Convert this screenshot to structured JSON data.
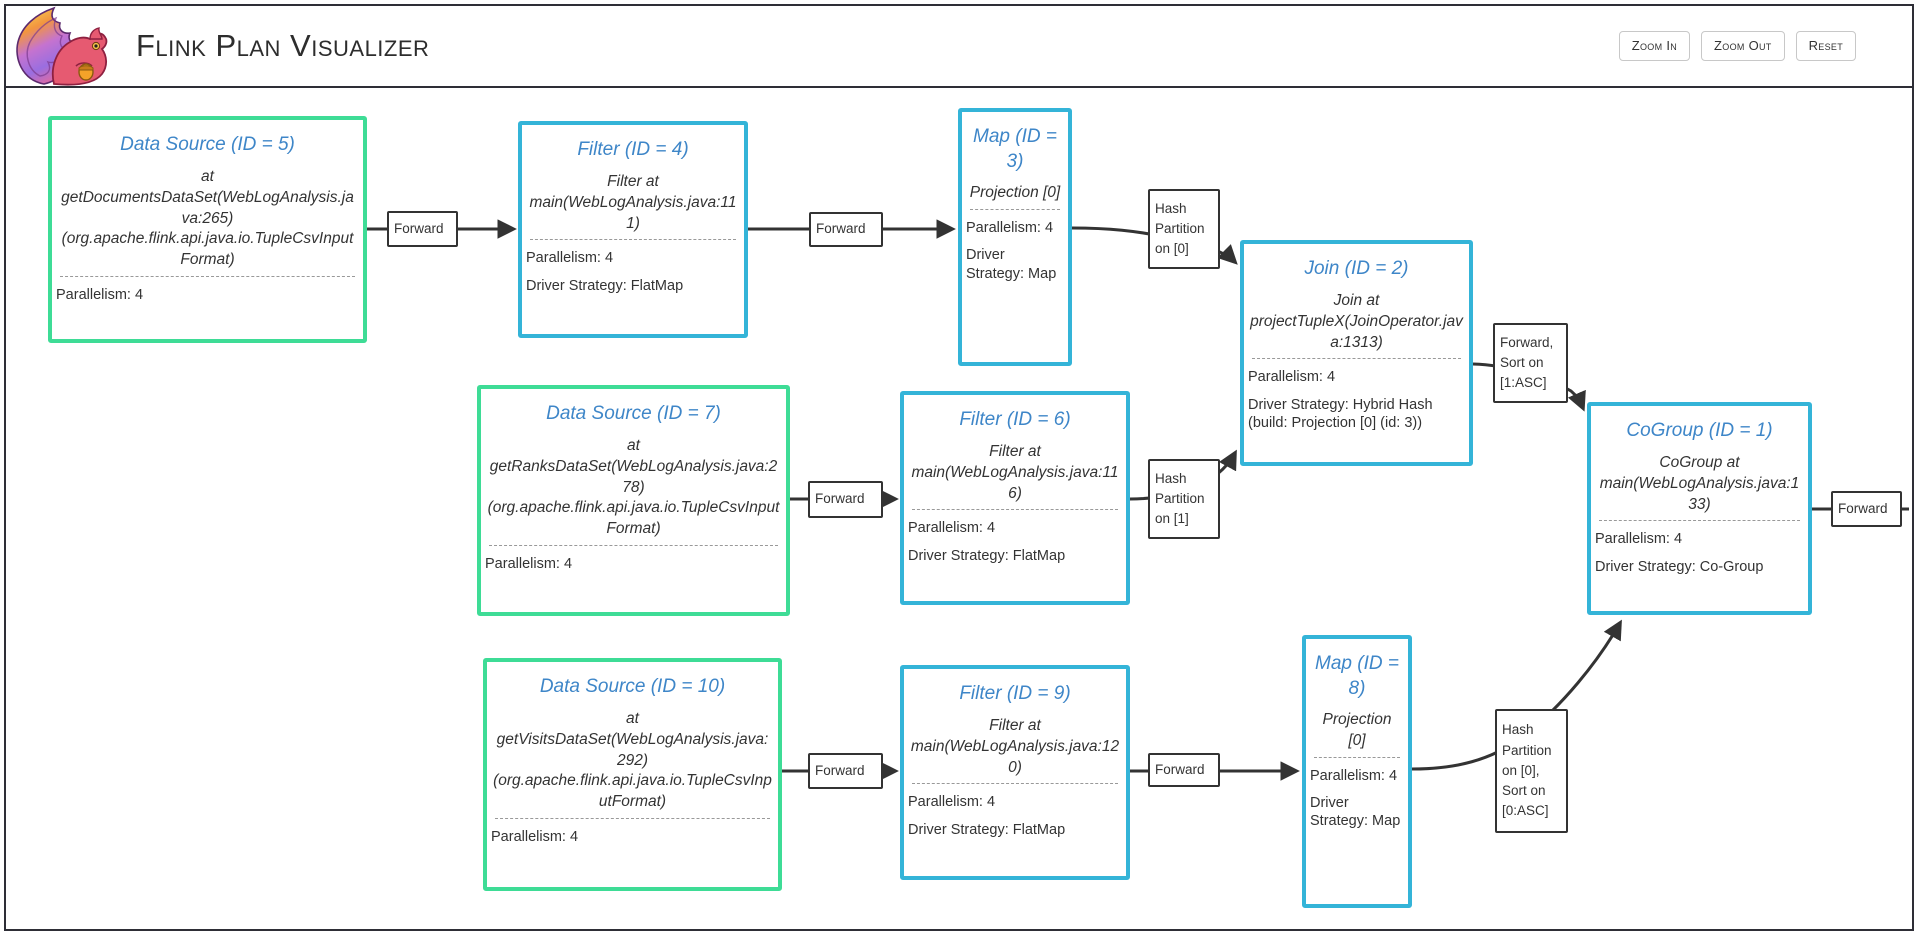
{
  "header": {
    "title": "Flink Plan Visualizer",
    "logo": "flink-squirrel-logo",
    "buttons": [
      {
        "label": "Zoom In"
      },
      {
        "label": "Zoom Out"
      },
      {
        "label": "Reset"
      }
    ]
  },
  "colors": {
    "source_node_border": "#3edc96",
    "operator_node_border": "#34b4d8",
    "node_title_blue": "#3e86c8",
    "edge_stroke": "#333333",
    "frame_border": "#2e2e36"
  },
  "nodes": [
    {
      "id": "ds5",
      "kind": "source",
      "title": "Data Source (ID = 5)",
      "description": "at getDocumentsDataSet(WebLogAnalysis.java:265) (org.apache.flink.api.java.io.TupleCsvInputFormat)",
      "parallelism": "Parallelism: 4"
    },
    {
      "id": "filter4",
      "kind": "operator",
      "title": "Filter (ID = 4)",
      "description": "Filter at main(WebLogAnalysis.java:111)",
      "parallelism": "Parallelism: 4",
      "driver_strategy": "Driver Strategy: FlatMap"
    },
    {
      "id": "map3",
      "kind": "operator",
      "title": "Map (ID = 3)",
      "description": "Projection [0]",
      "parallelism": "Parallelism: 4",
      "driver_strategy": "Driver Strategy: Map"
    },
    {
      "id": "join2",
      "kind": "operator",
      "title": "Join (ID = 2)",
      "description": "Join at projectTupleX(JoinOperator.java:1313)",
      "parallelism": "Parallelism: 4",
      "driver_strategy": "Driver Strategy: Hybrid Hash (build: Projection [0] (id: 3))"
    },
    {
      "id": "cogroup1",
      "kind": "operator",
      "title": "CoGroup (ID = 1)",
      "description": "CoGroup at main(WebLogAnalysis.java:133)",
      "parallelism": "Parallelism: 4",
      "driver_strategy": "Driver Strategy: Co-Group"
    },
    {
      "id": "ds7",
      "kind": "source",
      "title": "Data Source (ID = 7)",
      "description": "at getRanksDataSet(WebLogAnalysis.java:278) (org.apache.flink.api.java.io.TupleCsvInputFormat)",
      "parallelism": "Parallelism: 4"
    },
    {
      "id": "filter6",
      "kind": "operator",
      "title": "Filter (ID = 6)",
      "description": "Filter at main(WebLogAnalysis.java:116)",
      "parallelism": "Parallelism: 4",
      "driver_strategy": "Driver Strategy: FlatMap"
    },
    {
      "id": "ds10",
      "kind": "source",
      "title": "Data Source (ID = 10)",
      "description": "at getVisitsDataSet(WebLogAnalysis.java:292) (org.apache.flink.api.java.io.TupleCsvInputFormat)",
      "parallelism": "Parallelism: 4"
    },
    {
      "id": "filter9",
      "kind": "operator",
      "title": "Filter (ID = 9)",
      "description": "Filter at main(WebLogAnalysis.java:120)",
      "parallelism": "Parallelism: 4",
      "driver_strategy": "Driver Strategy: FlatMap"
    },
    {
      "id": "map8",
      "kind": "operator",
      "title": "Map (ID = 8)",
      "description": "Projection [0]",
      "parallelism": "Parallelism: 4",
      "driver_strategy": "Driver Strategy: Map"
    }
  ],
  "edge_labels": [
    {
      "id": "fwd-ds5-filter4",
      "text": "Forward"
    },
    {
      "id": "fwd-filter4-map3",
      "text": "Forward"
    },
    {
      "id": "hash-map3-join2",
      "text": "Hash Partition on [0]"
    },
    {
      "id": "fwdsort-join2-cogroup1",
      "text": "Forward, Sort on [1:ASC]"
    },
    {
      "id": "fwd-cogroup1-out",
      "text": "Forward"
    },
    {
      "id": "fwd-ds7-filter6",
      "text": "Forward"
    },
    {
      "id": "hash-filter6-join2",
      "text": "Hash Partition on [1]"
    },
    {
      "id": "fwd-ds10-filter9",
      "text": "Forward"
    },
    {
      "id": "fwd-filter9-map8",
      "text": "Forward"
    },
    {
      "id": "hashsort-map8-cogroup1",
      "text": "Hash Partition on [0], Sort on [0:ASC]"
    }
  ]
}
